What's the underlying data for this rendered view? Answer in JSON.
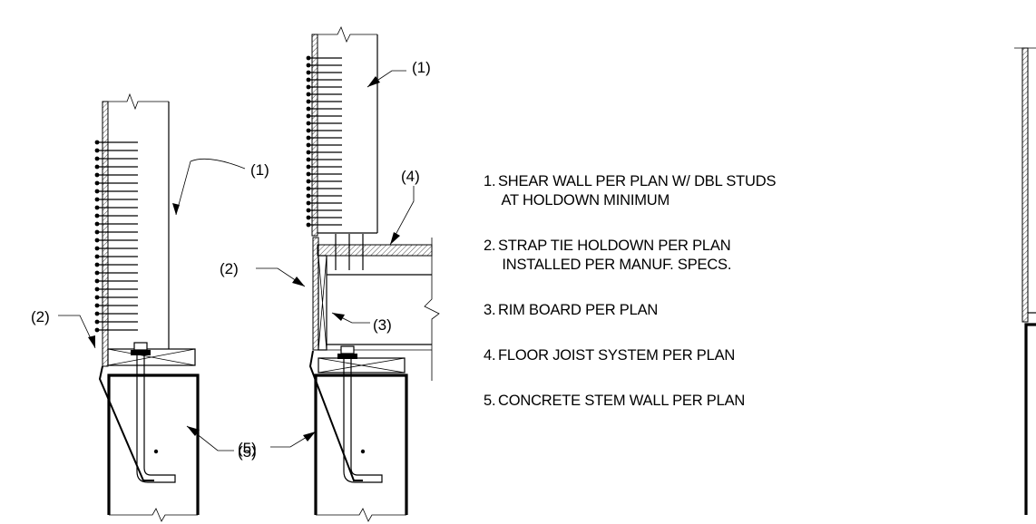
{
  "callouts": {
    "left_1": "(1)",
    "left_2": "(2)",
    "left_5": "(5)",
    "mid_1": "(1)",
    "mid_2": "(2)",
    "mid_3": "(3)",
    "mid_4": "(4)",
    "mid_5": "(5)"
  },
  "notes": [
    {
      "num": "1.",
      "text": "SHEAR WALL PER PLAN W/ DBL STUDS\n AT HOLDOWN MINIMUM"
    },
    {
      "num": "2.",
      "text": "STRAP TIE HOLDOWN PER PLAN\n INSTALLED PER MANUF. SPECS."
    },
    {
      "num": "3.",
      "text": "RIM BOARD PER PLAN"
    },
    {
      "num": "4.",
      "text": "FLOOR JOIST SYSTEM PER PLAN"
    },
    {
      "num": "5.",
      "text": "CONCRETE STEM WALL PER PLAN"
    }
  ]
}
